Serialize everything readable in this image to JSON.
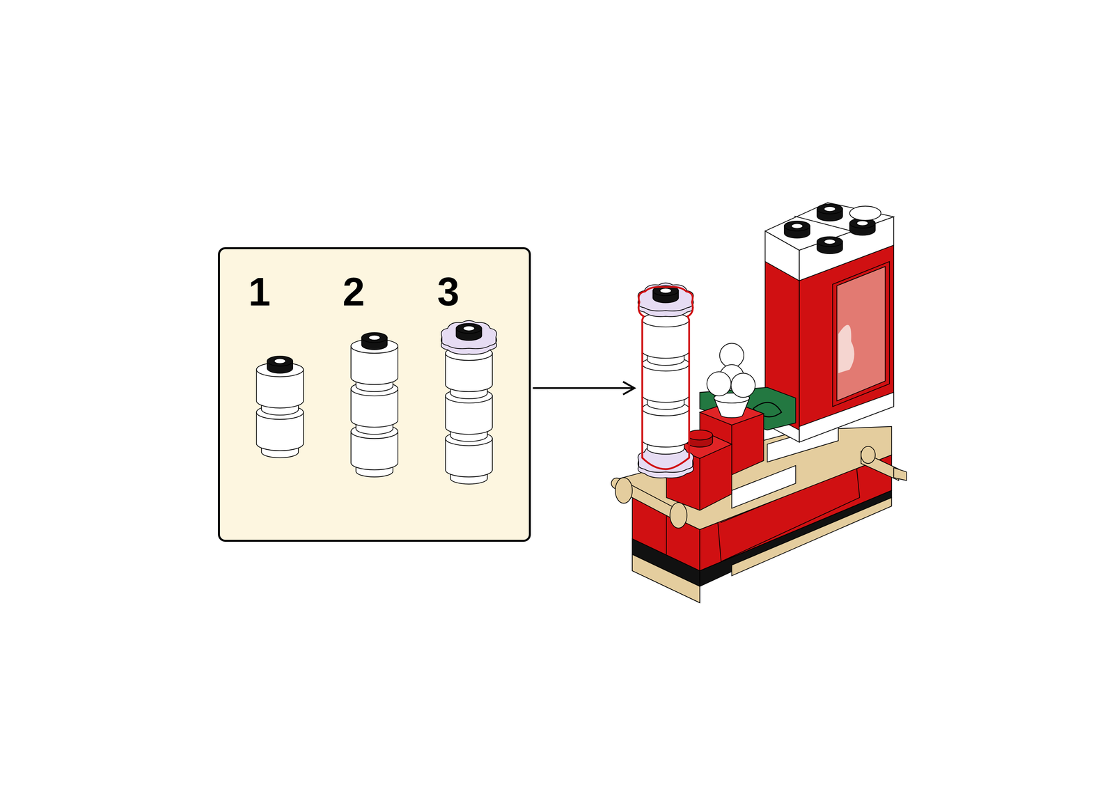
{
  "diagram": {
    "nodes": [
      {
        "text": [
          "1",
          "2",
          "3"
        ]
      }
    ]
  }
}
